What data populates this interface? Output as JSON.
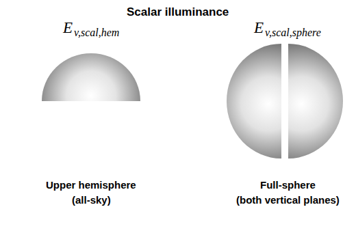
{
  "diagram": {
    "title": "Scalar illuminance",
    "labels": [
      "E",
      "v,scal,hem",
      "E",
      "v,scal,sphere",
      "Upper hemisphere",
      "(all-sky)",
      "Full-sphere",
      "(both vertical planes)"
    ]
  }
}
